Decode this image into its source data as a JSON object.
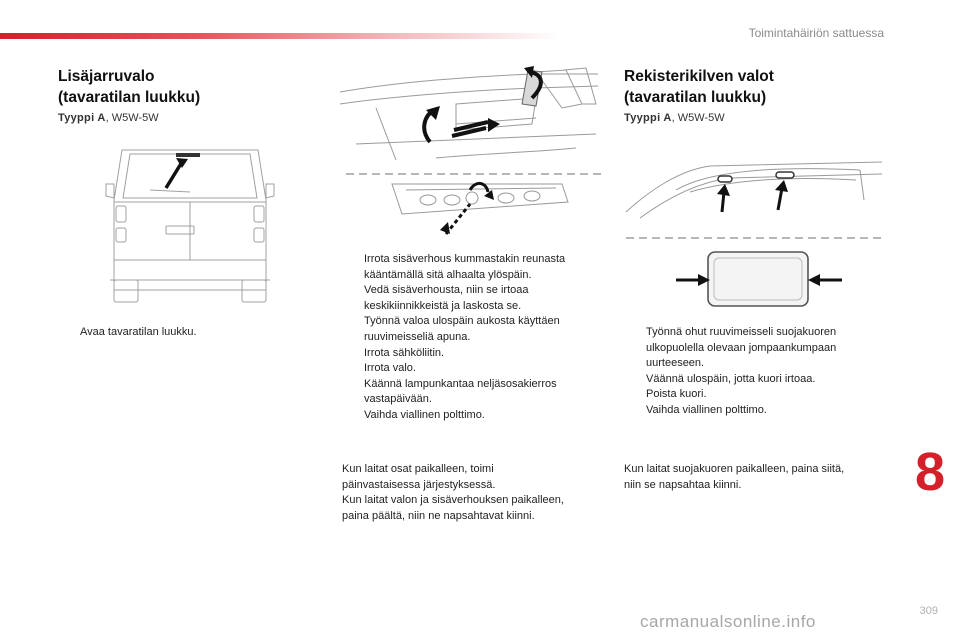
{
  "header": {
    "chapter_title": "Toimintahäiriön sattuessa"
  },
  "left": {
    "title_line1": "Lisäjarruvalo",
    "title_line2": "(tavaratilan luukku)",
    "type_label": "Tyyppi A",
    "type_value": ", W5W-5W",
    "steps": [
      "Avaa tavaratilan luukku."
    ]
  },
  "middle": {
    "steps": [
      "Irrota sisäverhous kummastakin reunasta kääntämällä sitä alhaalta ylöspäin.",
      "Vedä sisäverhousta, niin se irtoaa keskikiinnikkeistä ja laskosta se.",
      "Työnnä valoa ulospäin aukosta käyttäen ruuvimeisseliä apuna.",
      "Irrota sähköliitin.",
      "Irrota valo.",
      "Käännä lampunkantaa neljäsosakierros vastapäivään.",
      "Vaihda viallinen polttimo."
    ],
    "note_lines": [
      "Kun laitat osat paikalleen, toimi",
      "päinvastaisessa järjestyksessä.",
      "Kun laitat valon ja sisäverhouksen paikalleen,",
      "paina päältä, niin ne napsahtavat kiinni."
    ]
  },
  "right": {
    "title_line1": "Rekisterikilven valot",
    "title_line2": "(tavaratilan luukku)",
    "type_label": "Tyyppi A",
    "type_value": ", W5W-5W",
    "steps": [
      "Työnnä ohut ruuvimeisseli suojakuoren ulkopuolella olevaan jompaankumpaan uurteeseen.",
      "Väännä ulospäin, jotta kuori irtoaa.",
      "Poista kuori.",
      "Vaihda viallinen polttimo."
    ],
    "note_lines": [
      "Kun laitat suojakuoren paikalleen, paina siitä,",
      "niin se napsahtaa kiinni."
    ]
  },
  "bullet_glyph": "",
  "chapter_number": "8",
  "page_number": "309",
  "watermark": "carmanualsonline.info",
  "colors": {
    "accent": "#d4202a",
    "arrow": "#111111",
    "line_art": "#9a9a9a"
  }
}
